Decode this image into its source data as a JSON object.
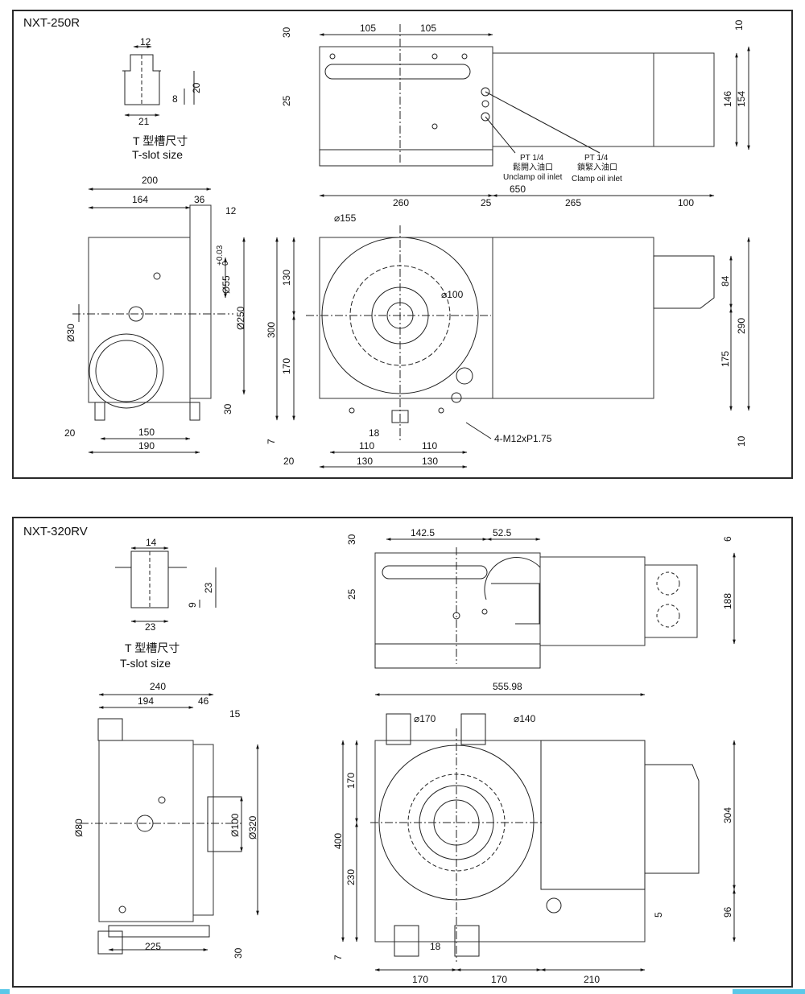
{
  "panels": {
    "top": {
      "model": "NXT-250R",
      "tslot": {
        "caption_zh": "T 型槽尺寸",
        "caption_en": "T-slot size",
        "width": "12",
        "base": "21",
        "h1": "20",
        "h2": "8"
      },
      "side": {
        "overall": "200",
        "main": "164",
        "flange": "36",
        "plate": "12",
        "bore": "Ø55",
        "tol": "+0.03",
        "tol0": "0",
        "outer": "Ø250",
        "shaft": "Ø30",
        "lower": "30",
        "left_offset": "20",
        "base_inner": "150",
        "base_outer": "190"
      },
      "top_view": {
        "left": "105",
        "right": "105",
        "h_top": "30",
        "h_mid": "25",
        "right_top": "10",
        "w1": "146",
        "w2": "154",
        "pt1": "PT 1/4",
        "unclamp_zh": "鬆開入油口",
        "unclamp_en": "Unclamp oil inlet",
        "pt2": "PT 1/4",
        "clamp_zh": "鎖緊入油口",
        "clamp_en": "Clamp oil inlet",
        "total": "650"
      },
      "front": {
        "a": "260",
        "b": "25",
        "c": "265",
        "d": "100",
        "d155": "⌀155",
        "d100": "⌀100",
        "h130": "130",
        "h300": "300",
        "h170": "170",
        "h84": "84",
        "h290": "290",
        "h175": "175",
        "h7": "7",
        "h10": "10",
        "s18": "18",
        "s110a": "110",
        "s110b": "110",
        "s20": "20",
        "s130a": "130",
        "s130b": "130",
        "bolt": "4-M12xP1.75"
      }
    },
    "bottom": {
      "model": "NXT-320RV",
      "tslot": {
        "caption_zh": "T 型槽尺寸",
        "caption_en": "T-slot size",
        "width": "14",
        "base": "23",
        "h1": "23",
        "h2": "9"
      },
      "side": {
        "overall": "240",
        "main": "194",
        "flange": "46",
        "plate": "15",
        "shaft": "Ø80",
        "bore": "Ø100",
        "outer": "Ø320",
        "base": "225",
        "lower": "30"
      },
      "top_view": {
        "left": "142.5",
        "right": "52.5",
        "h_top": "30",
        "h_mid": "25",
        "right_top": "6",
        "width": "188"
      },
      "front": {
        "total": "555.98",
        "d170": "⌀170",
        "d140": "⌀140",
        "h170": "170",
        "h400": "400",
        "h230": "230",
        "h304": "304",
        "h96": "96",
        "h5": "5",
        "h7": "7",
        "s18": "18",
        "s170a": "170",
        "s170b": "170",
        "s210": "210"
      }
    }
  },
  "colors": {
    "line": "#1a1a1a",
    "machine": "#3a3a3a",
    "frame": "#2a2a2a",
    "accent": "#5bc8e8"
  }
}
